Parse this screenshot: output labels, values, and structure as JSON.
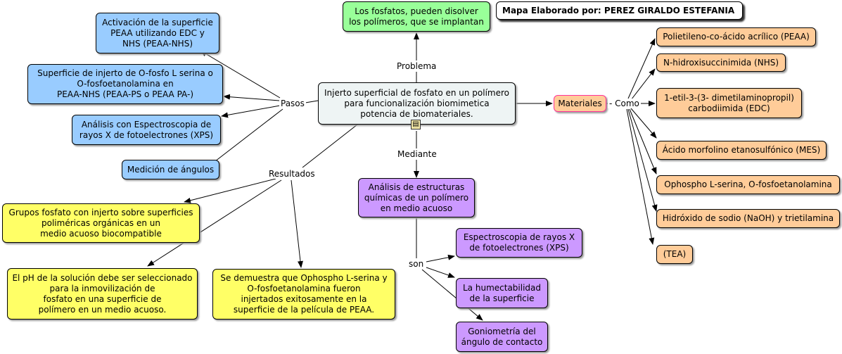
{
  "credit": "Mapa Elaborado por: PEREZ GIRALDO ESTEFANIA",
  "center_node": "Injerto superficial de fosfato en un polímero\npara funcionalización biomimetica\npotencia de biomateriales.",
  "problem_node": "Los fosfatos, pueden disolver\nlos polímeros, que se implantan",
  "method_node": "Análisis de estructuras\nquímicas de un polímero\nen medio acuoso",
  "materials_node": "Materiales",
  "linking_words": {
    "problema": "Problema",
    "mediante": "Mediante",
    "pasos": "Pasos",
    "resultados": "Resultados",
    "como": "- Como",
    "son": "son"
  },
  "steps": [
    "Activación de la superficie\nPEAA utilizando EDC y\nNHS (PEAA-NHS)",
    "Superficie de injerto de O-fosfo L serina o\nO-fosfoetanolamina en\nPEAA-NHS (PEAA-PS o PEAA PA-)",
    "Análisis con Espectroscopia de\nrayos X de fotoelectrones (XPS)",
    "Medición de ángulos"
  ],
  "materials": [
    "Polietileno-co-ácido acrílico (PEAA)",
    "N-hidroxisuccinimida (NHS)",
    "1-etil-3-(3- dimetilaminopropil)\ncarbodiimida (EDC)",
    "Ácido morfolino etanosulfónico (MES)",
    "Ophospho L-serina,  O-fosfoetanolamina",
    "Hidróxido de sodio (NaOH) y trietilamina",
    "(TEA)"
  ],
  "results": [
    "Grupos fosfato con injerto sobre superficies\npoliméricas orgánicas en un\nmedio acuoso biocompatible",
    "El pH de la solución debe ser seleccionado\npara la inmovilización de\nfosfato en una superficie de\npolímero en un medio acuoso.",
    "Se demuestra que Ophospho L-serina y\nO-fosfoetanolamina fueron\ninjertados exitosamente en la\nsuperficie de la película de PEAA."
  ],
  "techniques": [
    "Espectroscopia de rayos X\nde fotoelectrones (XPS)",
    "La humectabilidad\nde la superficie",
    "Goniometría del\nángulo de contacto"
  ],
  "colors": {
    "steps": "#99ccff",
    "problem": "#99ff99",
    "method": "#cc99ff",
    "materials": "#ffcc99",
    "results": "#ffff66",
    "materials_border": "#ff3399"
  },
  "icons": [
    "note-icon"
  ]
}
